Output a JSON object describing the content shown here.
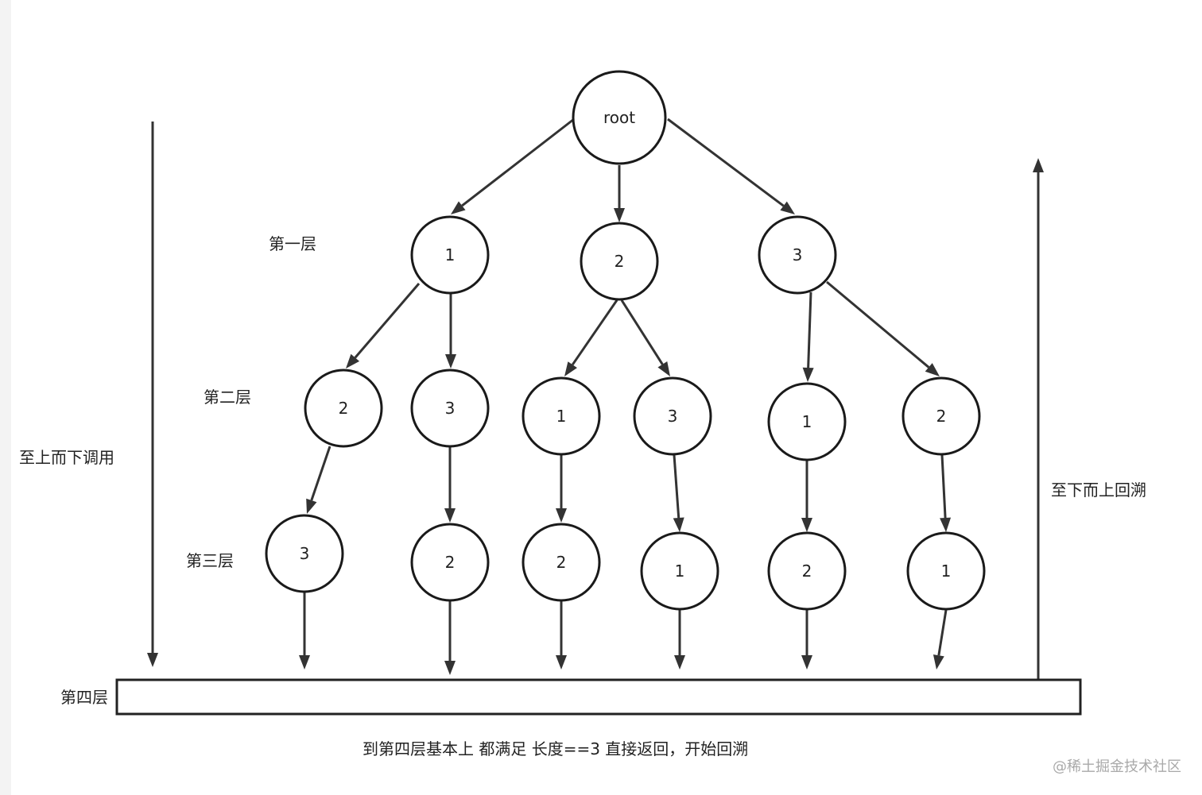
{
  "colors": {
    "stroke": "#333333",
    "node_border": "#1a1a1a",
    "text": "#222222",
    "watermark": "#a9a9a9",
    "page_strip": "#f3f3f3"
  },
  "nodes": {
    "root": "root",
    "l1": [
      "1",
      "2",
      "3"
    ],
    "l2": [
      "2",
      "3",
      "1",
      "3",
      "1",
      "2"
    ],
    "l3": [
      "3",
      "2",
      "2",
      "1",
      "2",
      "1"
    ]
  },
  "labels": {
    "level1": "第一层",
    "level2": "第二层",
    "level3": "第三层",
    "level4": "第四层",
    "top_down": "至上而下调用",
    "bottom_up": "至下而上回溯",
    "caption": "到第四层基本上 都满足 长度==3 直接返回，开始回溯",
    "watermark": "@稀土掘金技术社区"
  }
}
